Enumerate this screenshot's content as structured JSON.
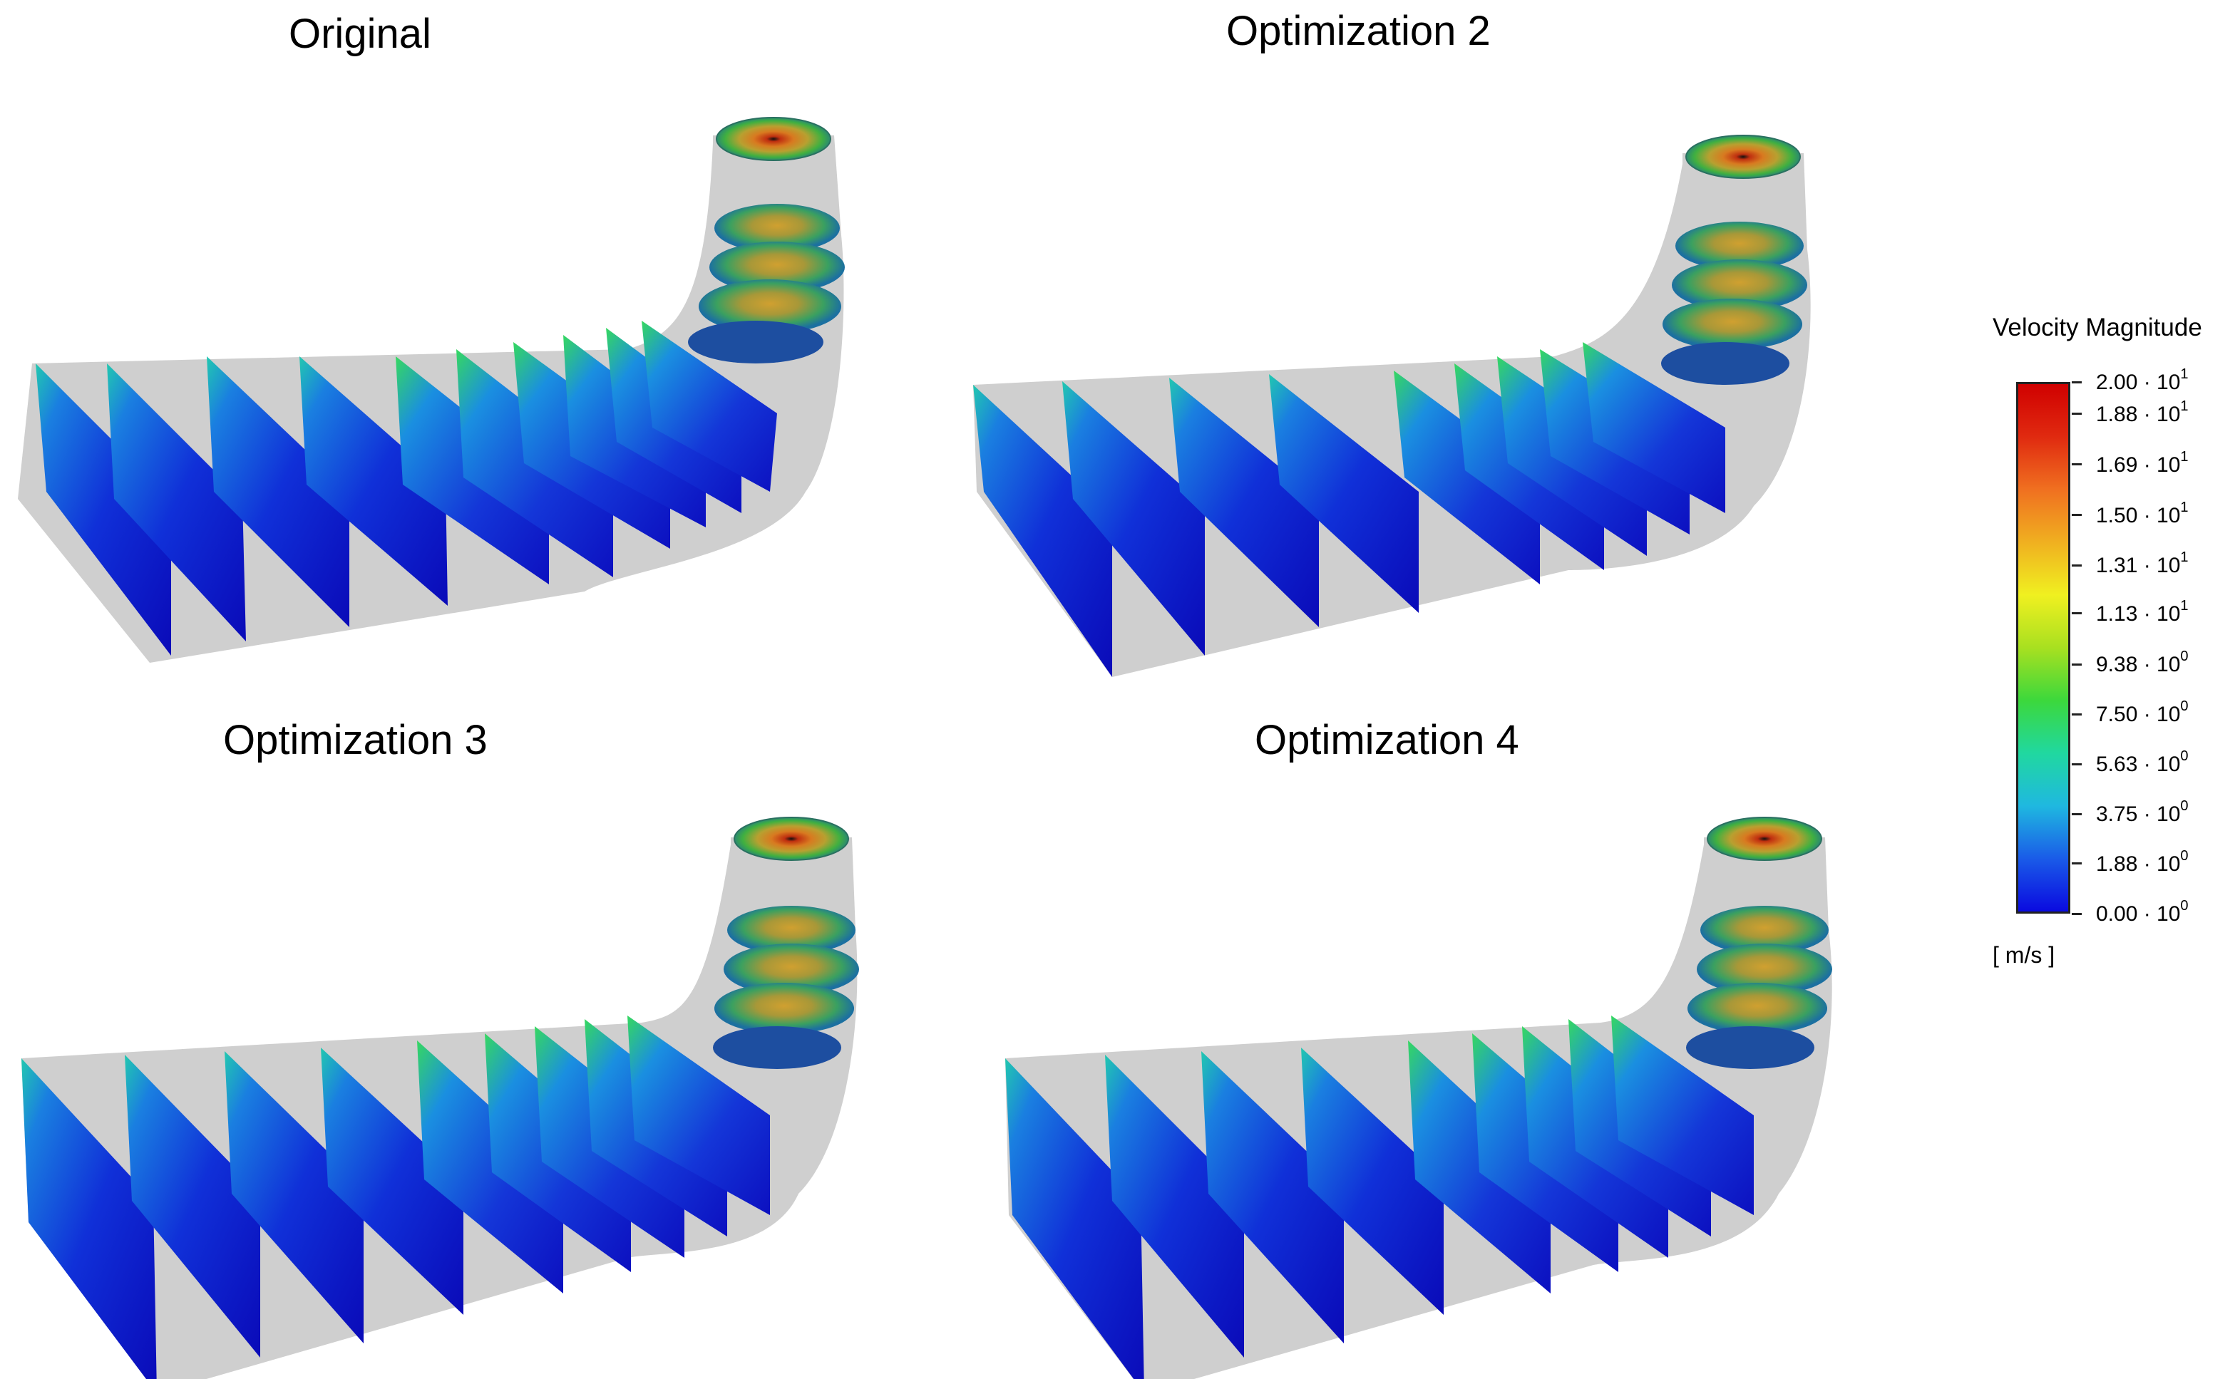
{
  "panels": [
    {
      "title": "Original"
    },
    {
      "title": "Optimization 2"
    },
    {
      "title": "Optimization 3"
    },
    {
      "title": "Optimization 4"
    }
  ],
  "legend": {
    "title": "Velocity Magnitude",
    "unit": "[ m/s ]",
    "colormap": [
      "#0a0ae0",
      "#1a5be8",
      "#1fb8e0",
      "#20d8a0",
      "#3cd83c",
      "#a8e020",
      "#f0f020",
      "#f0b020",
      "#f07020",
      "#e02a10",
      "#d00000"
    ],
    "ticks": [
      {
        "value": 20.0,
        "mantissa": "2.00",
        "exp": "1"
      },
      {
        "value": 18.8,
        "mantissa": "1.88",
        "exp": "1"
      },
      {
        "value": 16.9,
        "mantissa": "1.69",
        "exp": "1"
      },
      {
        "value": 15.0,
        "mantissa": "1.50",
        "exp": "1"
      },
      {
        "value": 13.1,
        "mantissa": "1.31",
        "exp": "1"
      },
      {
        "value": 11.3,
        "mantissa": "1.13",
        "exp": "1"
      },
      {
        "value": 9.38,
        "mantissa": "9.38",
        "exp": "0"
      },
      {
        "value": 7.5,
        "mantissa": "7.50",
        "exp": "0"
      },
      {
        "value": 5.63,
        "mantissa": "5.63",
        "exp": "0"
      },
      {
        "value": 3.75,
        "mantissa": "3.75",
        "exp": "0"
      },
      {
        "value": 1.88,
        "mantissa": "1.88",
        "exp": "0"
      },
      {
        "value": 0.0,
        "mantissa": "0.00",
        "exp": "0"
      }
    ]
  }
}
